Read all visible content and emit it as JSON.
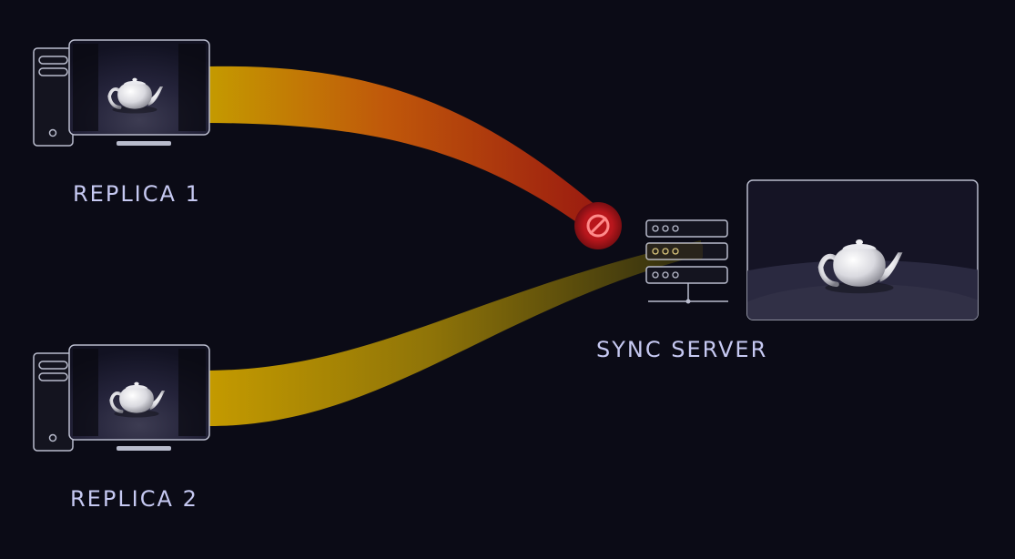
{
  "labels": {
    "replica_1": "REPLICA 1",
    "replica_2": "REPLICA 2",
    "sync_server": "SYNC SERVER"
  },
  "connections": [
    {
      "from": "replica_1",
      "to": "sync_server",
      "state": "blocked",
      "icon": "blocked-icon"
    },
    {
      "from": "replica_2",
      "to": "sync_server",
      "state": "connected"
    }
  ],
  "colors": {
    "background": "#0b0b16",
    "label": "#c6c9f2",
    "outline": "#b9bccd",
    "stream_start": "#c49a00",
    "stream_mid": "#c0580a",
    "stream_blocked": "#9a1a10",
    "blocked_badge": "#b8161c",
    "blocked_symbol": "#ff8a8a"
  }
}
